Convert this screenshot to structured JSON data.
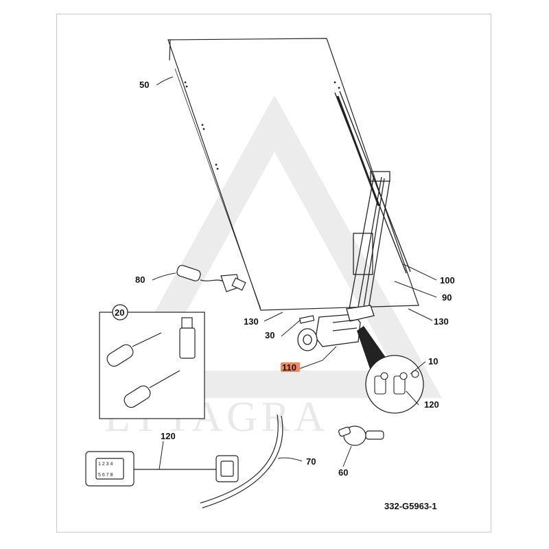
{
  "watermark": {
    "text": "LYTAGRA"
  },
  "drawing_number": "332-G5963-1",
  "callouts": {
    "c50": "50",
    "c80": "80",
    "c20": "20",
    "c130a": "130",
    "c30": "30",
    "c110": "110",
    "c100": "100",
    "c90": "90",
    "c130b": "130",
    "c10": "10",
    "c120a": "120",
    "c120b": "120",
    "c70": "70",
    "c60": "60"
  },
  "highlight_color": "#f08a5a"
}
